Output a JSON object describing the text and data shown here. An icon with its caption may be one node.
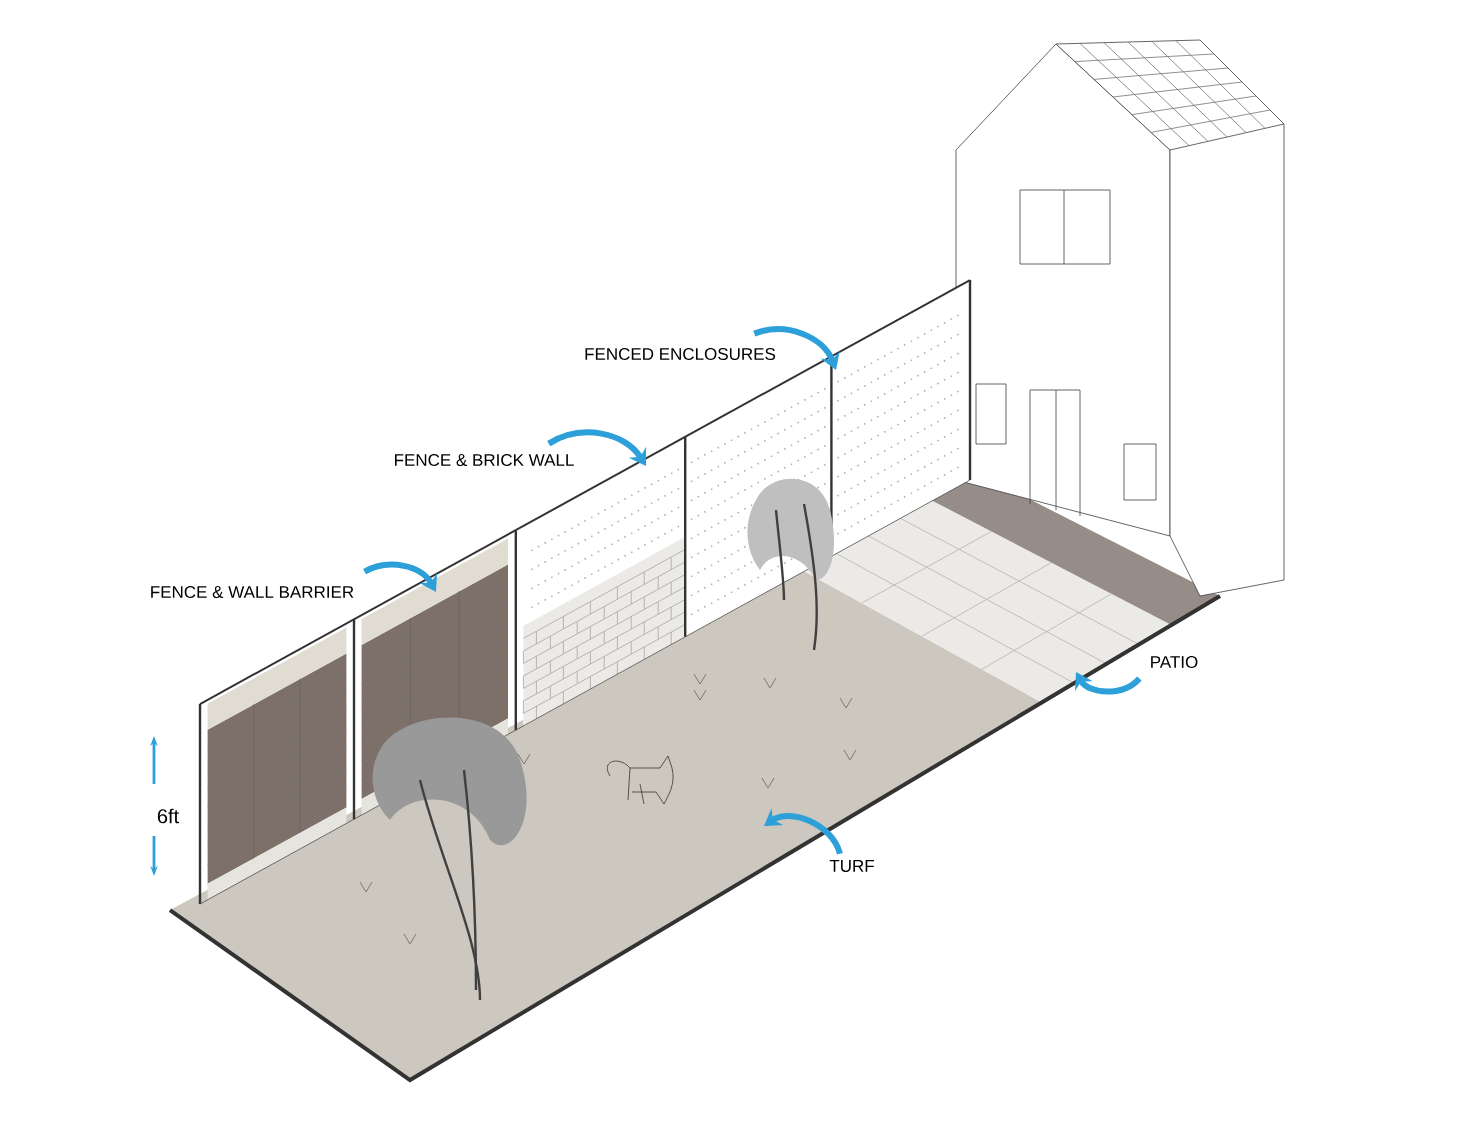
{
  "diagram": {
    "nodes": [
      {
        "text": [
          "FENCE & WALL BARRIER"
        ]
      },
      {
        "text": [
          "FENCE & BRICK WALL"
        ]
      },
      {
        "text": [
          "FENCED ENCLOSURES"
        ]
      },
      {
        "text": [
          "PATIO"
        ]
      },
      {
        "text": [
          "TURF"
        ]
      }
    ],
    "edges": [
      {
        "from": 0,
        "to": null,
        "arrow": "to"
      },
      {
        "from": 1,
        "to": null,
        "arrow": "to"
      },
      {
        "from": 2,
        "to": null,
        "arrow": "to"
      },
      {
        "from": 3,
        "to": null,
        "arrow": "to"
      },
      {
        "from": 4,
        "to": null,
        "arrow": "to"
      }
    ],
    "labels": [
      "6ft"
    ]
  }
}
